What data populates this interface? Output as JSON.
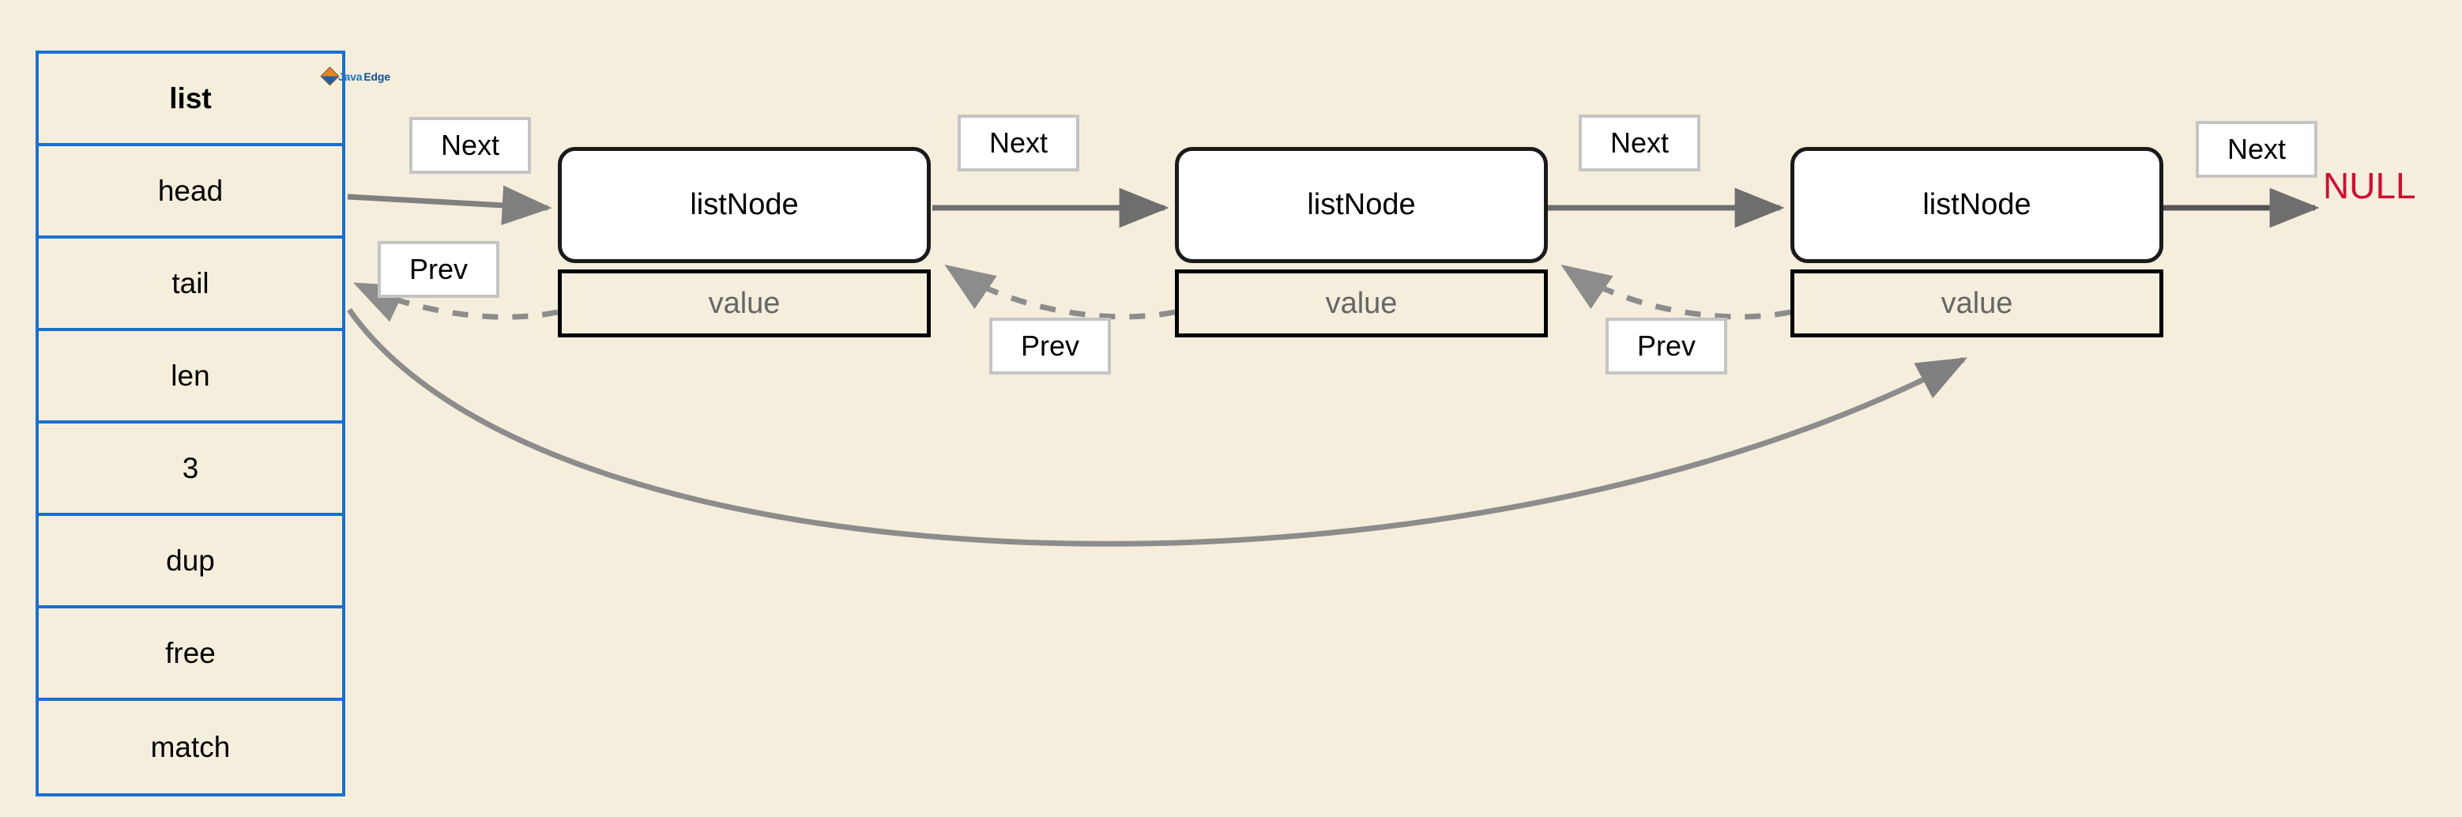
{
  "diagram": {
    "title": "Doubly linked list structure (list struct with head/tail and listNode chain)",
    "background_color": "#f5eedc",
    "accent_blue": "#1a6fd0",
    "null_color": "#cc1030",
    "node_border_color": "#1a1a1a",
    "value_text_color": "#666666",
    "arrow_color": "#808080"
  },
  "struct": {
    "name": "list",
    "rows": [
      {
        "label": "list",
        "kind": "title"
      },
      {
        "label": "head",
        "kind": "field"
      },
      {
        "label": "tail",
        "kind": "field"
      },
      {
        "label": "len",
        "kind": "field"
      },
      {
        "label": "3",
        "kind": "value"
      },
      {
        "label": "dup",
        "kind": "field"
      },
      {
        "label": "free",
        "kind": "field"
      },
      {
        "label": "match",
        "kind": "field"
      }
    ]
  },
  "nodes": [
    {
      "title": "listNode",
      "value": "value"
    },
    {
      "title": "listNode",
      "value": "value"
    },
    {
      "title": "listNode",
      "value": "value"
    }
  ],
  "edge_labels": {
    "next": [
      "Next",
      "Next",
      "Next",
      "Next"
    ],
    "prev": [
      "Prev",
      "Prev",
      "Prev"
    ]
  },
  "terminator": {
    "label": "NULL"
  },
  "watermark": {
    "first": "Java",
    "second": "Edge",
    "icon": "diamond-logo-icon"
  }
}
